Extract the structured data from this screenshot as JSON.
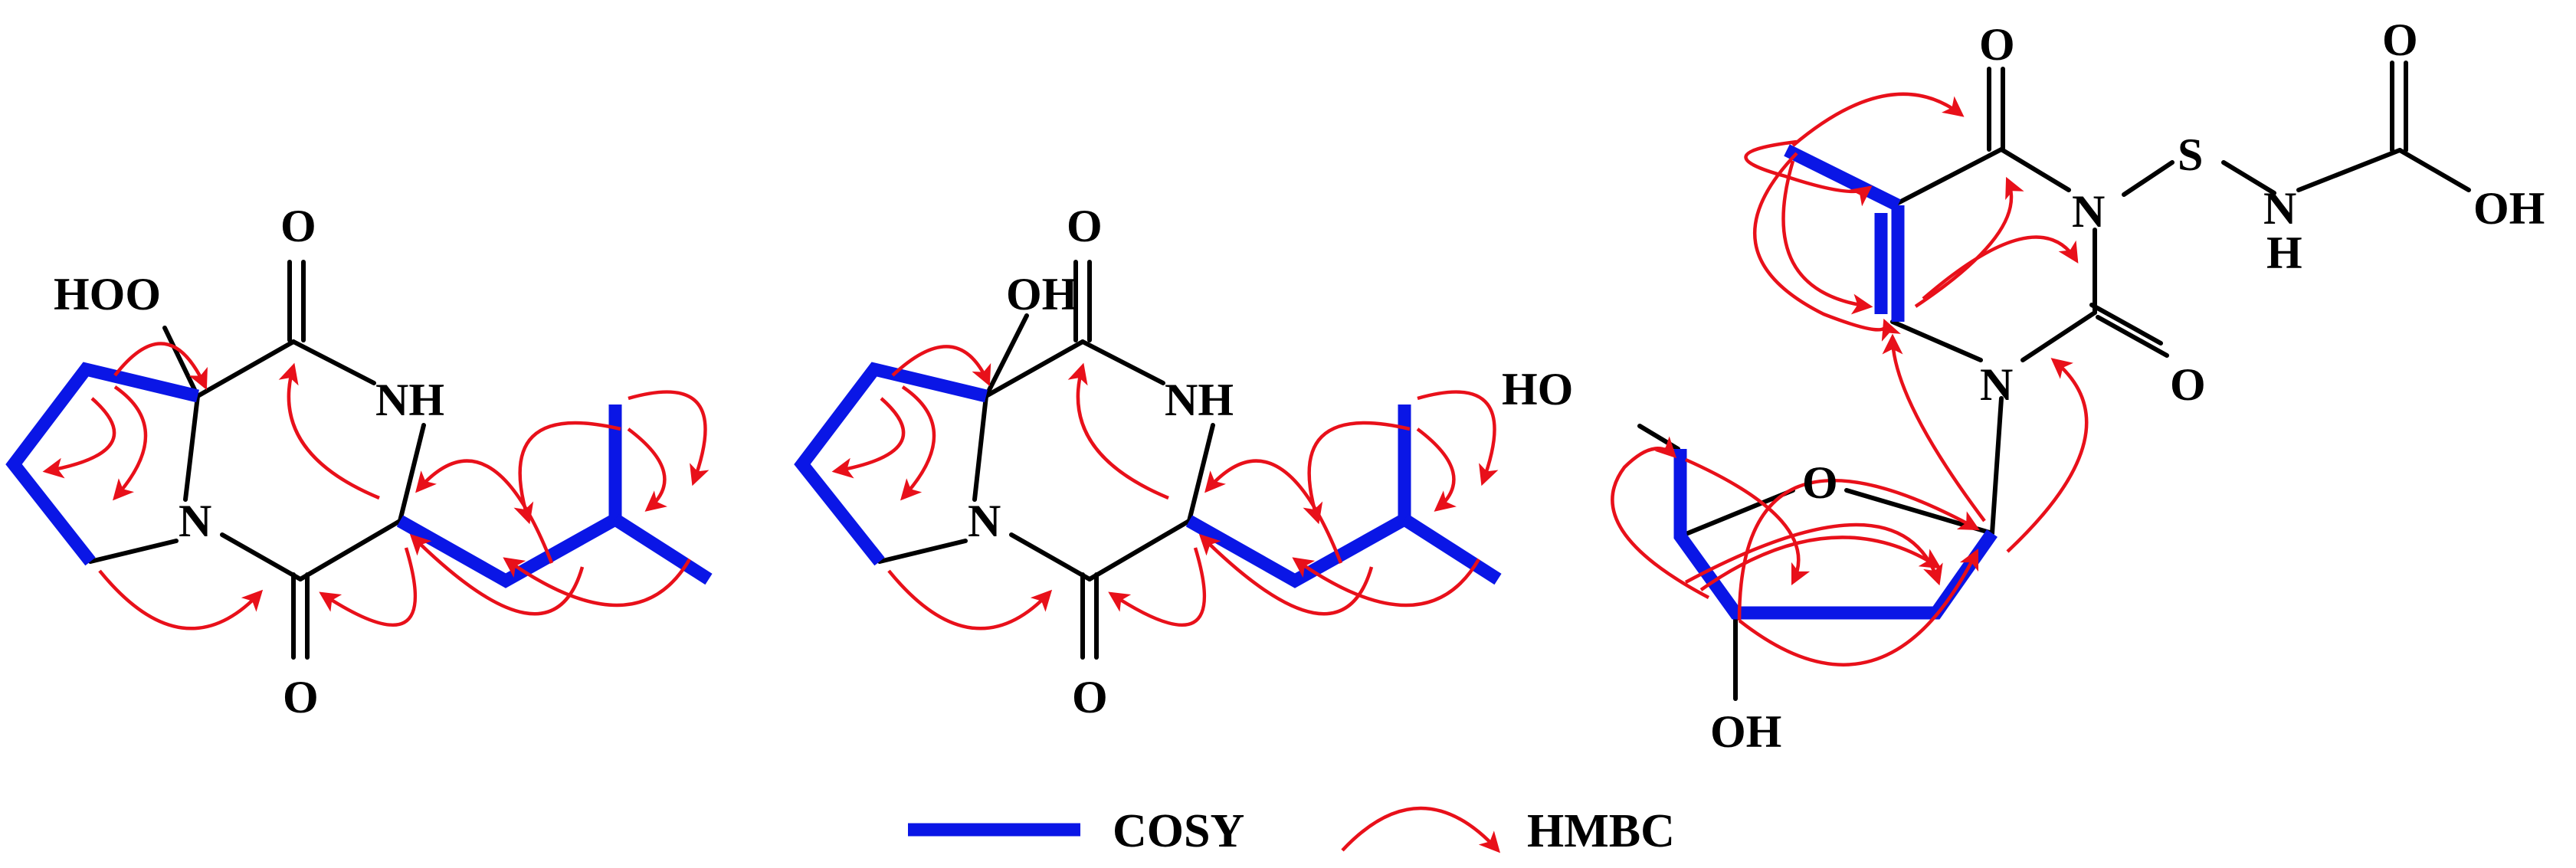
{
  "colors": {
    "cosy": "#0a16e6",
    "hmbc": "#e8101a",
    "bond": "#000000"
  },
  "compound1": {
    "hoo": "HOO",
    "o_top": "O",
    "nh": "NH",
    "n": "N",
    "o_bottom": "O"
  },
  "compound2": {
    "oh": "OH",
    "o_top": "O",
    "nh": "NH",
    "n": "N",
    "o_bottom": "O"
  },
  "compound3": {
    "o_c4": "O",
    "n3": "N",
    "s": "S",
    "nh_n": "N",
    "nh_h": "H",
    "o_acid": "O",
    "oh_acid": "OH",
    "o_c2": "O",
    "n1": "N",
    "ring_o": "O",
    "ho": "HO",
    "oh_bottom": "OH"
  },
  "legend": {
    "cosy_label": "COSY",
    "hmbc_label": "HMBC"
  }
}
